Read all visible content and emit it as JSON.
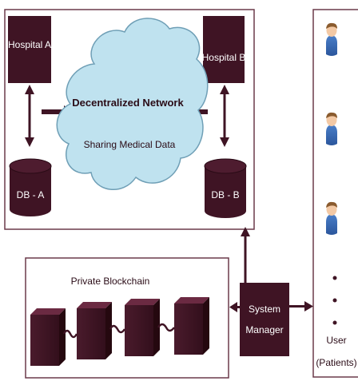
{
  "network": {
    "title": "Decentralized Network",
    "subtitle": "Sharing Medical Data"
  },
  "hospitals": [
    {
      "label": "Hospital A",
      "db_label": "DB - A"
    },
    {
      "label": "Hospital B",
      "db_label": "DB - B"
    }
  ],
  "blockchain": {
    "title": "Private Blockchain",
    "block_count": 4
  },
  "manager": {
    "line1": "System",
    "line2": "Manager"
  },
  "users": {
    "line1": "User",
    "line2": "(Patients)",
    "avatar_count": 3,
    "dot_count": 3
  },
  "colors": {
    "dark_box": "#3f1424",
    "box_border": "#6b3a4a",
    "cloud_fill": "#bfe2ef",
    "cloud_stroke": "#6f9fb6",
    "skin": "#f3c9a5",
    "hair": "#8a5b2e",
    "shirt": "#2f5fa8"
  }
}
